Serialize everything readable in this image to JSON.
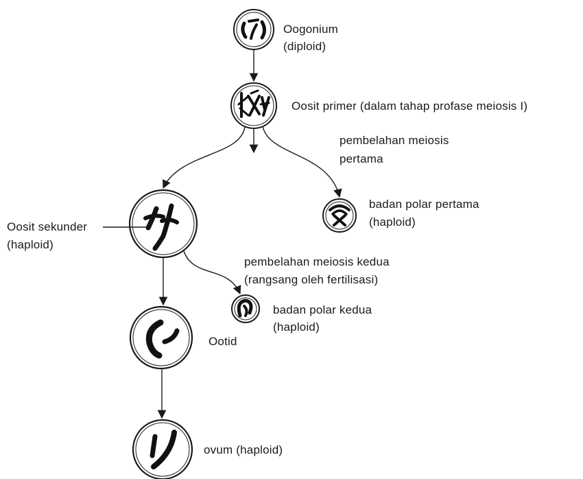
{
  "labels": {
    "oogonium": "Oogonium",
    "oogonium_ploidy": "(diploid)",
    "primary_oocyte": "Oosit primer (dalam tahap profase meiosis I)",
    "first_division_line1": "pembelahan meiosis",
    "first_division_line2": "pertama",
    "first_polar_body": "badan polar pertama",
    "first_polar_body_ploidy": "(haploid)",
    "secondary_oocyte": "Oosit sekunder",
    "secondary_oocyte_ploidy": "(haploid)",
    "second_division_line1": "pembelahan meiosis kedua",
    "second_division_line2": "(rangsang oleh fertilisasi)",
    "second_polar_body": "badan polar kedua",
    "second_polar_body_ploidy": "(haploid)",
    "ootid": "Ootid",
    "ovum": "ovum (haploid)"
  },
  "colors": {
    "ink": "#1a1a1a",
    "background": "#ffffff"
  }
}
